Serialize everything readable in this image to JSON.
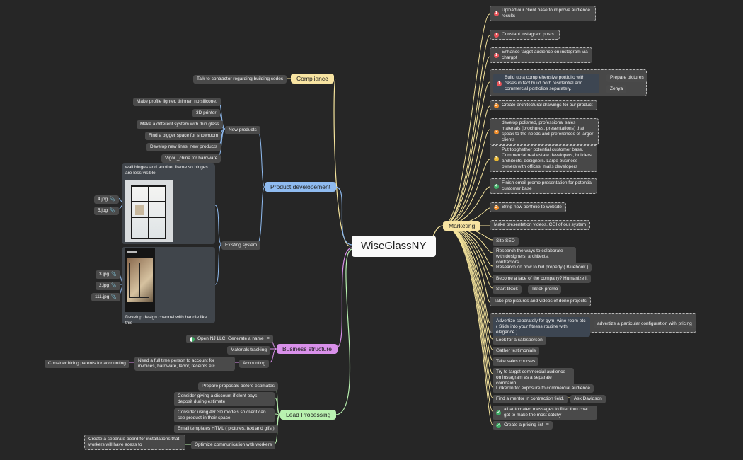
{
  "root": "WiseGlassNY",
  "main": {
    "compliance": "Compliance",
    "product": "Product developement",
    "business": "Business structure",
    "lead": "Lead Processing",
    "marketing": "Marketing"
  },
  "compliance": {
    "contractor": "Talk to contractor regarding building codes"
  },
  "product": {
    "new_products": "New products",
    "new_items": [
      "Make profile lighter, thinner, no silicone.",
      "3D printer",
      "Make a different system with thin glass",
      "Find a bigger space for showroom",
      "Develop new lines, new products",
      "Vigor _china for hardware"
    ],
    "existing": "Existing system",
    "hinges": "wall hinges add another frame so hinges are less visible",
    "channel": "Develop design channel with handle like this",
    "attach1": [
      "4.jpg",
      "5.jpg"
    ],
    "attach2": [
      "3.jpg",
      "2.jpg",
      "111.jpg"
    ]
  },
  "business": {
    "llc": "Open NJ LLC. Generate a name",
    "materials": "Materials tracking",
    "accounting": "Accounting",
    "fulltime": "Need a full time person to account for invoices, hardware, labor, receipts etc.",
    "parents": "Consider hiring parents for accounting"
  },
  "lead": {
    "items": [
      "Prepare proposals before estimates",
      "Consider giving a discount if clent pays deposit during estimate",
      "Consider using AR 3D models so client can see product in their space.",
      "Email templates HTML ( pictures, text and gifs )",
      "Optimize communication with workers"
    ],
    "board": "Create a separate board for installations that workers will have acess to"
  },
  "marketing": {
    "priority_items": [
      {
        "p": "1",
        "text": "Upload our client base to improve audience results"
      },
      {
        "p": "1",
        "text": "Constant instagram posts."
      },
      {
        "p": "1",
        "text": "Enhance target audience on instagram via chargpt"
      },
      {
        "p": "1",
        "text": "Build up a comprehensive portfolio with cases in fact build both residential and commercial portfolios separately."
      },
      {
        "p": "2",
        "text": "Create architectural drawings for our product"
      },
      {
        "p": "2",
        "text": "develop polished, professional sales materials (brochures, presentations) that speak to the needs and preferences of larger clients"
      },
      {
        "p": "3",
        "text": "Put topghether potential customer base. Commercial real estate developers, builders, architects, designers. Large business owners with offices. malls developers"
      },
      {
        "p": "4",
        "text": "Finish email promo presentation for potential customer base"
      },
      {
        "p": "2",
        "text": "Bring new portfolio to website"
      }
    ],
    "portfolio_subs": [
      "Prepare pictures",
      "Zenya"
    ],
    "items": [
      "Make presentation videos, CGI of our system",
      "Site SEO",
      "Research the ways to colaborate with designers, architects, contractors",
      "Research on how to bid properly ( Bluebook )",
      "Become a face of the company? Humanize it",
      "Start tiktok",
      "Take pro pictures and videos of done projects",
      "Advertize separately for gym, wine room etc ( Slide into your fitness routine with elegance )",
      "Look for a salesperson",
      "Gather testimonials",
      "Take sales courses",
      "Try to target commercial audience on instagram as a separate compaign",
      "LinkedIn for exposure to commercial audience",
      "Find a mentor in contraction field.",
      "all automated messages to filter thru chat gpt to make the most catchy",
      "Create a pricing list"
    ],
    "tiktok_sub": "Tiktok promo",
    "advertize_sub": "advertize a particular configuration with pricing",
    "mentor_sub": "Ask Davidson"
  },
  "colors": {
    "background": "#262626",
    "compliance": "#f8e4a2",
    "product": "#8fbbf0",
    "business": "#d990ea",
    "lead": "#b9f2b0",
    "marketing": "#f8e4a2"
  },
  "icons": [
    "attachment-icon",
    "notes-icon",
    "priority-icon",
    "task-done-icon",
    "task-half-icon"
  ]
}
